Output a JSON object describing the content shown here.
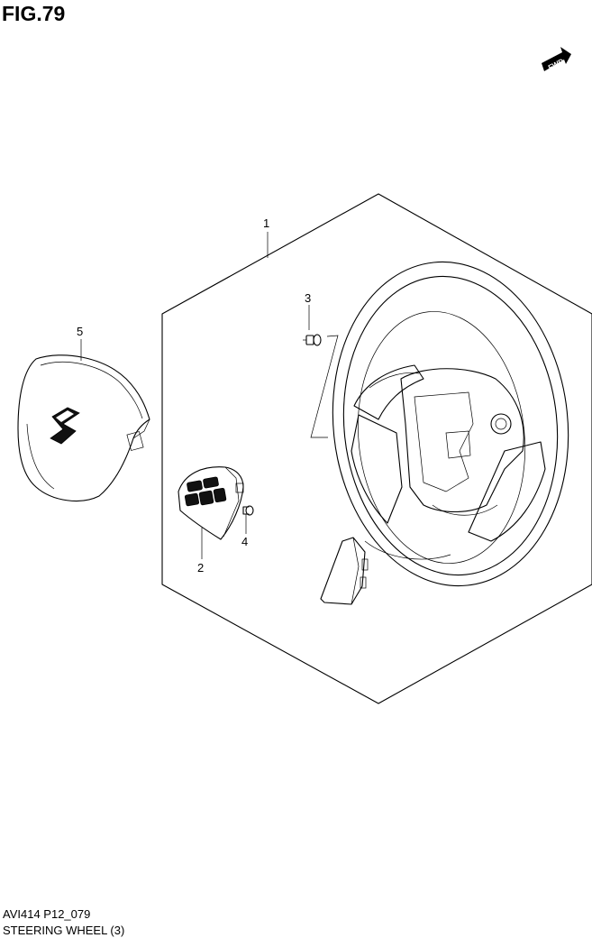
{
  "figure": {
    "title": "FIG.79",
    "fwd_label": "FWD"
  },
  "callouts": [
    "1",
    "2",
    "3",
    "4",
    "5"
  ],
  "footer": {
    "code": "AVI414 P12_079",
    "name": "STEERING WHEEL (3)"
  }
}
